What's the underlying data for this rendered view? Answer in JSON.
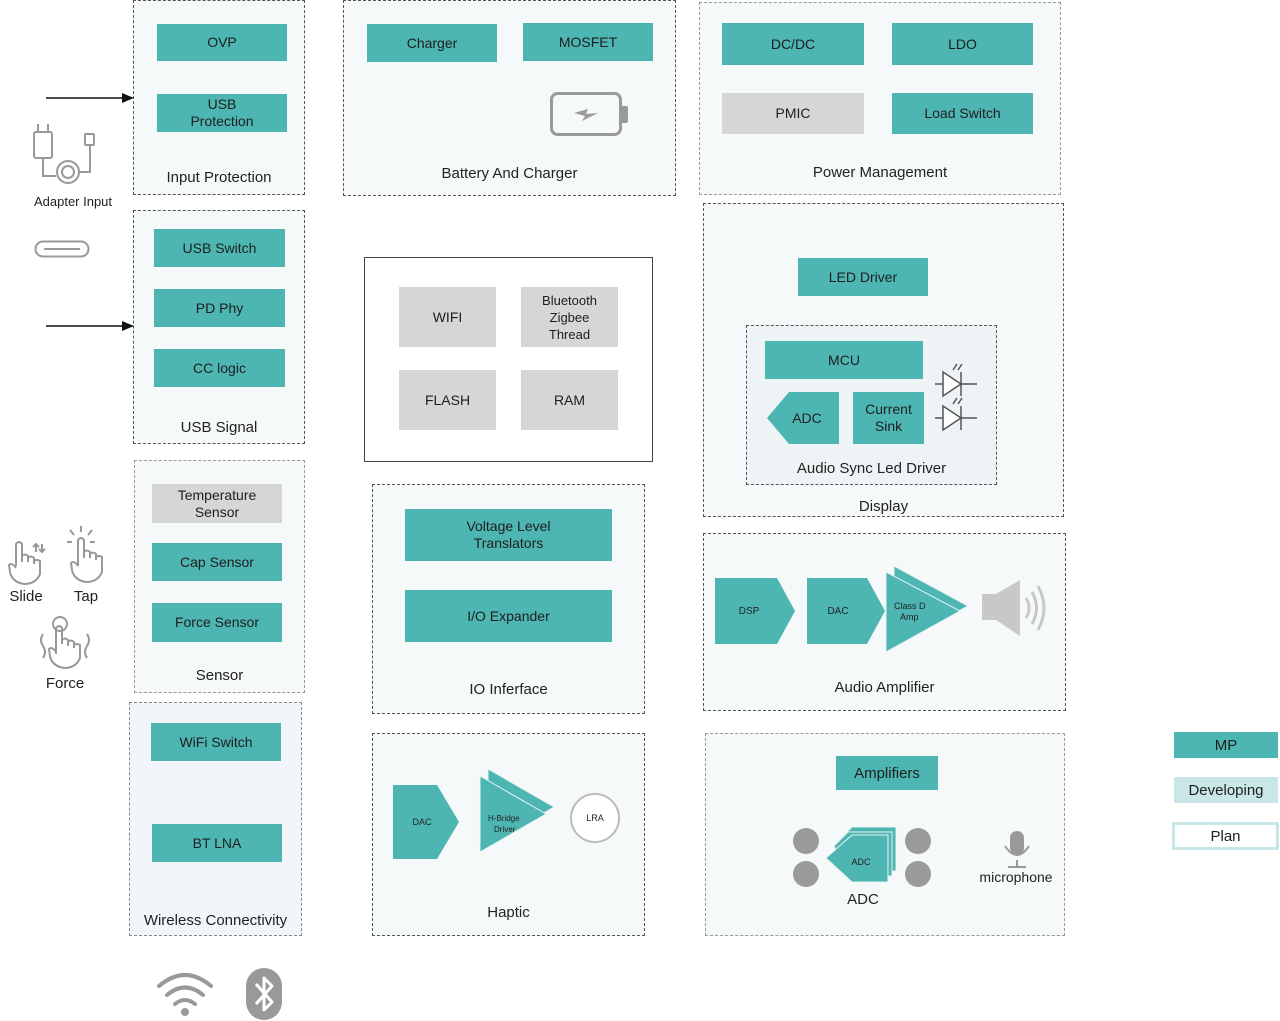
{
  "groups": {
    "input_protection": {
      "label": "Input Protection",
      "blocks": [
        "OVP",
        "USB\nProtection"
      ]
    },
    "battery_charger": {
      "label": "Battery And Charger",
      "blocks": [
        "Charger",
        "MOSFET"
      ]
    },
    "power_management": {
      "label": "Power Management",
      "blocks": [
        "DC/DC",
        "LDO",
        "PMIC",
        "Load Switch"
      ]
    },
    "usb_signal": {
      "label": "USB Signal",
      "blocks": [
        "USB Switch",
        "PD Phy",
        "CC logic"
      ]
    },
    "soc": {
      "blocks": [
        "WIFI",
        "Bluetooth\nZigbee\nThread",
        "FLASH",
        "RAM"
      ]
    },
    "display": {
      "label": "Display",
      "led_driver": "LED Driver",
      "audio_sync": {
        "label": "Audio Sync Led Driver",
        "mcu": "MCU",
        "adc": "ADC",
        "current_sink": "Current\nSink"
      }
    },
    "sensor": {
      "label": "Sensor",
      "blocks": [
        "Temperature\nSensor",
        "Cap Sensor",
        "Force Sensor"
      ]
    },
    "io_interface": {
      "label": "IO Inferface",
      "blocks": [
        "Voltage Level\nTranslators",
        "I/O Expander"
      ]
    },
    "audio_amplifier": {
      "label": "Audio Amplifier",
      "dsp": "DSP",
      "dac": "DAC",
      "amp_line1": "Class D",
      "amp_line2": "Amp"
    },
    "wireless": {
      "label": "Wireless Connectivity",
      "blocks": [
        "WiFi Switch",
        "BT LNA"
      ]
    },
    "haptic": {
      "label": "Haptic",
      "dac": "DAC",
      "driver_line1": "H-Bridge",
      "driver_line2": "Driver",
      "lra": "LRA"
    },
    "amplifiers": {
      "block": "Amplifiers",
      "adc_label": "ADC",
      "adc_block": "ADC",
      "mic": "microphone"
    }
  },
  "external": {
    "adapter_input": "Adapter Input",
    "slide": "Slide",
    "tap": "Tap",
    "force": "Force"
  },
  "legend": {
    "mp": "MP",
    "developing": "Developing",
    "plan": "Plan"
  },
  "colors": {
    "mp": "#4db6b2",
    "plan": "#d6d6d6",
    "developing": "#c9e7e6",
    "arrow": "#111111"
  }
}
